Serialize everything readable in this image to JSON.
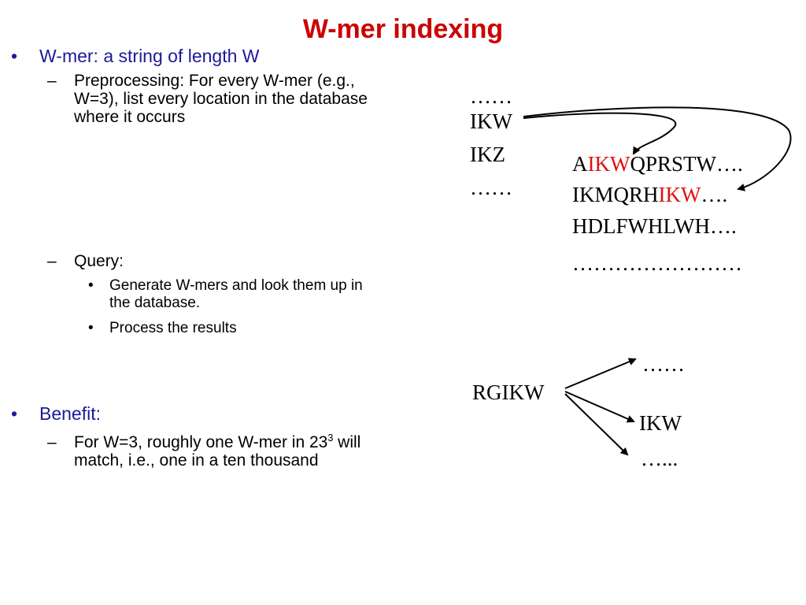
{
  "title": "W-mer indexing",
  "bullets": {
    "b1": "W-mer: a string of length W",
    "b1_sub1_line1": "Preprocessing: For every W-mer  (e.g.,",
    "b1_sub1_line2": "W=3), list every location in the database",
    "b1_sub1_line3": "where it occurs",
    "b1_sub2": "Query:",
    "b1_sub2_item1_line1": "Generate W-mers and look them up in",
    "b1_sub2_item1_line2": "the database.",
    "b1_sub2_item2": "Process the results",
    "b2": "Benefit:",
    "b2_sub1_line1_pre": "For W=3, roughly one W-mer in 23",
    "b2_sub1_sup": "3",
    "b2_sub1_line1_post": " will",
    "b2_sub1_line2": "match, i.e., one in a ten thousand"
  },
  "markers": {
    "bullet": "•",
    "dash": "–"
  },
  "index_list": [
    "……",
    "IKW",
    "IKZ",
    "……"
  ],
  "database": {
    "row1_pre": "A",
    "row1_hit": "IKW",
    "row1_post": "QPRSTW….",
    "row2_pre": "IKMQRH",
    "row2_hit": "IKW",
    "row2_post": "….",
    "row3": "HDLFWHLWH….",
    "row4": "……………………"
  },
  "query": {
    "word": "RGIKW",
    "results": [
      "……",
      "IKW",
      "…..."
    ]
  },
  "colors": {
    "title": "#cc0000",
    "bullet_text": "#1a1a99",
    "highlight": "#e01010"
  }
}
